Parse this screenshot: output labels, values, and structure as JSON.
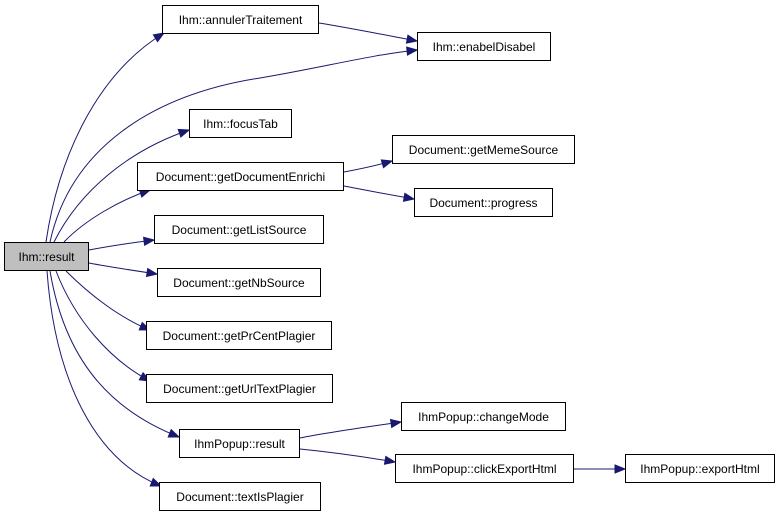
{
  "graph": {
    "nodes": [
      {
        "id": "root",
        "label": "Ihm::result",
        "root": true
      },
      {
        "id": "annuler",
        "label": "Ihm::annulerTraitement"
      },
      {
        "id": "enabel",
        "label": "Ihm::enabelDisabel"
      },
      {
        "id": "focus",
        "label": "Ihm::focusTab"
      },
      {
        "id": "getdoc",
        "label": "Document::getDocumentEnrichi"
      },
      {
        "id": "meme",
        "label": "Document::getMemeSource"
      },
      {
        "id": "progress",
        "label": "Document::progress"
      },
      {
        "id": "list",
        "label": "Document::getListSource"
      },
      {
        "id": "nb",
        "label": "Document::getNbSource"
      },
      {
        "id": "pr",
        "label": "Document::getPrCentPlagier"
      },
      {
        "id": "url",
        "label": "Document::getUrlTextPlagier"
      },
      {
        "id": "popres",
        "label": "IhmPopup::result"
      },
      {
        "id": "change",
        "label": "IhmPopup::changeMode"
      },
      {
        "id": "click",
        "label": "IhmPopup::clickExportHtml"
      },
      {
        "id": "export",
        "label": "IhmPopup::exportHtml"
      },
      {
        "id": "textis",
        "label": "Document::textIsPlagier"
      }
    ],
    "edges": [
      [
        "root",
        "annuler"
      ],
      [
        "root",
        "enabel"
      ],
      [
        "root",
        "focus"
      ],
      [
        "root",
        "getdoc"
      ],
      [
        "root",
        "list"
      ],
      [
        "root",
        "nb"
      ],
      [
        "root",
        "pr"
      ],
      [
        "root",
        "url"
      ],
      [
        "root",
        "popres"
      ],
      [
        "root",
        "textis"
      ],
      [
        "annuler",
        "enabel"
      ],
      [
        "getdoc",
        "meme"
      ],
      [
        "getdoc",
        "progress"
      ],
      [
        "popres",
        "change"
      ],
      [
        "popres",
        "click"
      ],
      [
        "click",
        "export"
      ]
    ],
    "colors": {
      "edge": "#191970",
      "node_border": "#000000",
      "root_fill": "#bfbfbf"
    }
  }
}
